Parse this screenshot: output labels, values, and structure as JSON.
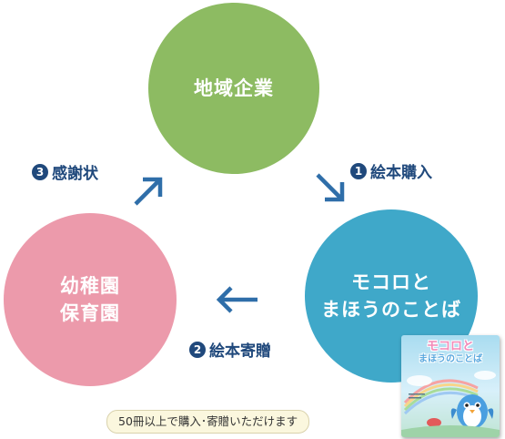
{
  "nodes": {
    "top": {
      "label": "地域企業",
      "color": "#8dbb62"
    },
    "left": {
      "label": "幼稚園\n保育園",
      "color": "#ec9aab"
    },
    "right": {
      "label": "モコロと\nまほうのことば",
      "color": "#3fa8c9"
    }
  },
  "steps": [
    {
      "number": "1",
      "label": "絵本購入"
    },
    {
      "number": "2",
      "label": "絵本寄贈"
    },
    {
      "number": "3",
      "label": "感謝状"
    }
  ],
  "colors": {
    "step_text": "#20497c",
    "arrow": "#2f6ea9",
    "note_bg": "#fbf7de"
  },
  "note": "50冊以上で購入･寄贈いただけます",
  "book": {
    "title_line1": "モコロと",
    "title_line2": "まほうのことば"
  }
}
